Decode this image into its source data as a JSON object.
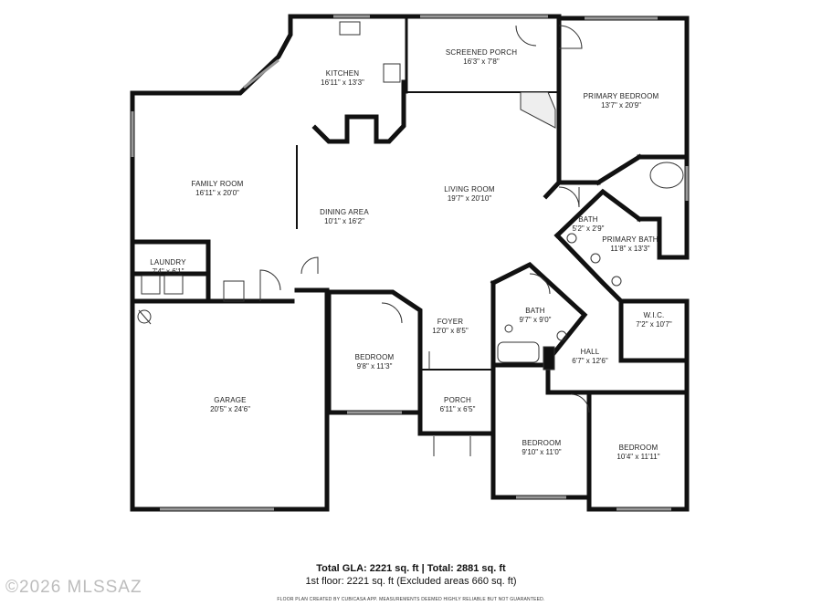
{
  "rooms": [
    {
      "id": "screened-porch",
      "name": "SCREENED PORCH",
      "dim": "16'3\" x 7'8\""
    },
    {
      "id": "kitchen",
      "name": "KITCHEN",
      "dim": "16'11\" x 13'3\""
    },
    {
      "id": "primary-bedroom",
      "name": "PRIMARY BEDROOM",
      "dim": "13'7\" x 20'9\""
    },
    {
      "id": "family-room",
      "name": "FAMILY ROOM",
      "dim": "16'11\" x 20'0\""
    },
    {
      "id": "dining-area",
      "name": "DINING AREA",
      "dim": "10'1\" x 16'2\""
    },
    {
      "id": "living-room",
      "name": "LIVING ROOM",
      "dim": "19'7\" x 20'10\""
    },
    {
      "id": "bath-small",
      "name": "BATH",
      "dim": "5'2\" x 2'9\""
    },
    {
      "id": "primary-bath",
      "name": "PRIMARY BATH",
      "dim": "11'8\" x 13'3\""
    },
    {
      "id": "laundry",
      "name": "LAUNDRY",
      "dim": "7'4\" x 6'1\""
    },
    {
      "id": "foyer",
      "name": "FOYER",
      "dim": "12'0\" x 8'5\""
    },
    {
      "id": "bath",
      "name": "BATH",
      "dim": "9'7\" x 9'0\""
    },
    {
      "id": "wic",
      "name": "W.I.C.",
      "dim": "7'2\" x 10'7\""
    },
    {
      "id": "bedroom-mid",
      "name": "BEDROOM",
      "dim": "9'8\" x 11'3\""
    },
    {
      "id": "hall",
      "name": "HALL",
      "dim": "6'7\" x 12'6\""
    },
    {
      "id": "garage",
      "name": "GARAGE",
      "dim": "20'5\" x 24'6\""
    },
    {
      "id": "porch",
      "name": "PORCH",
      "dim": "6'11\" x 6'5\""
    },
    {
      "id": "bedroom-2",
      "name": "BEDROOM",
      "dim": "9'10\" x 11'0\""
    },
    {
      "id": "bedroom-3",
      "name": "BEDROOM",
      "dim": "10'4\" x 11'11\""
    }
  ],
  "footer": {
    "totals": "Total GLA: 2221 sq. ft | Total: 2881 sq. ft",
    "floor": "1st floor: 2221 sq. ft (Excluded areas 660 sq. ft)",
    "disclaimer": "FLOOR PLAN CREATED BY CUBICASA APP. MEASUREMENTS DEEMED HIGHLY RELIABLE BUT NOT GUARANTEED.",
    "watermark": "©2026 MLSSAZ"
  }
}
